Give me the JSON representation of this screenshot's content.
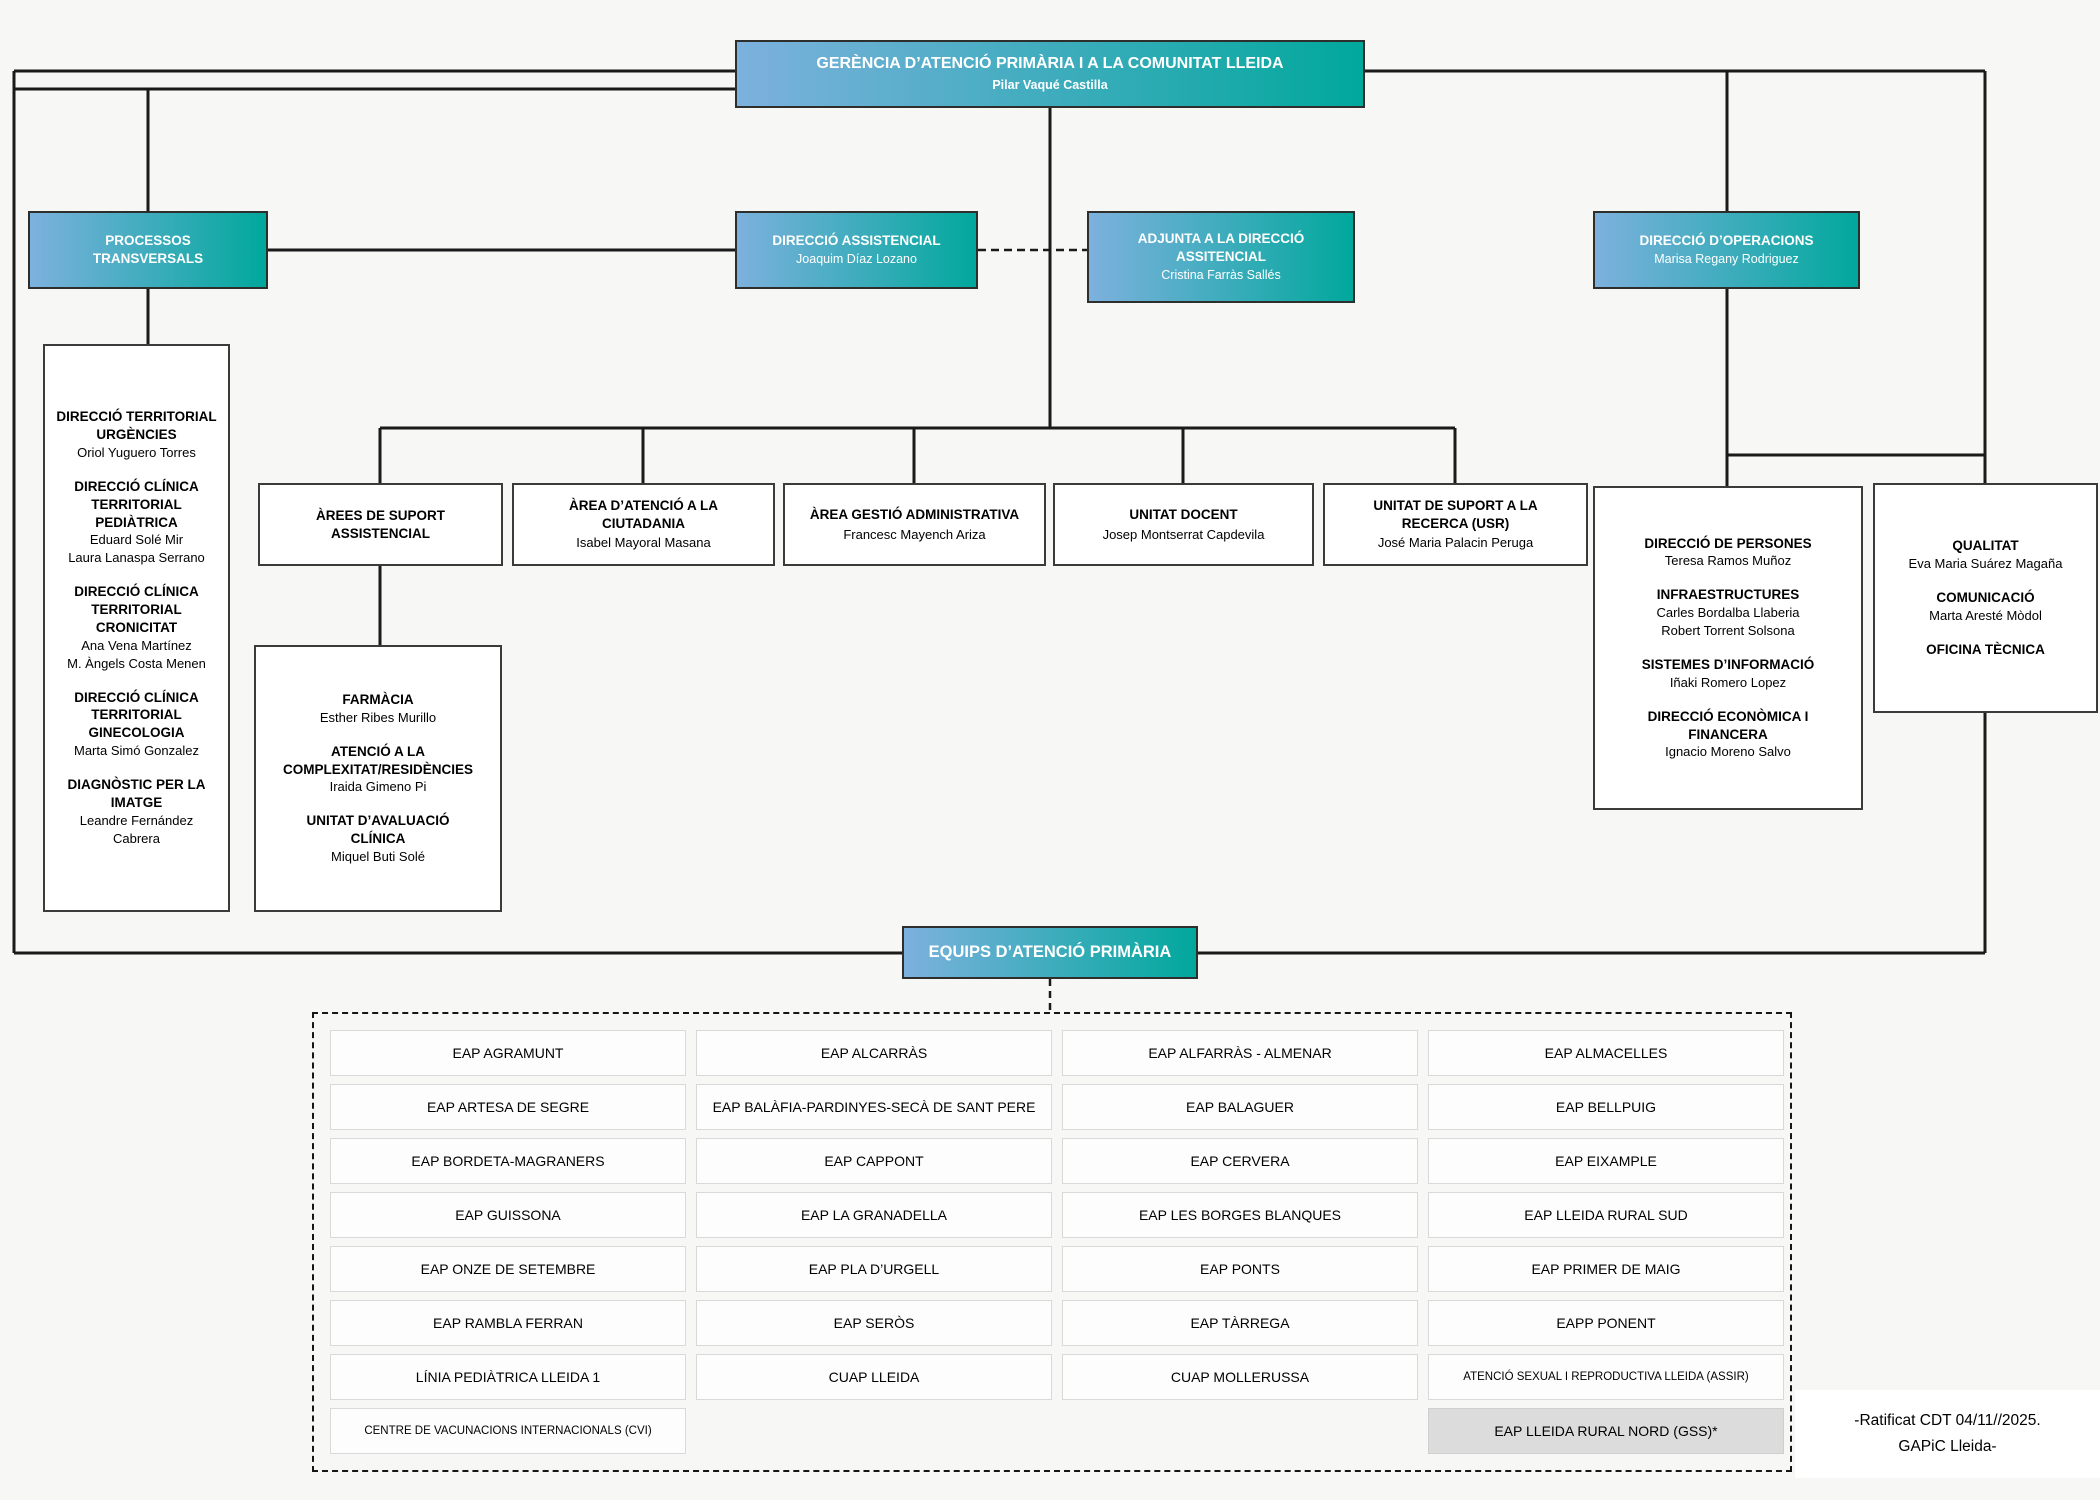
{
  "colors": {
    "background": "#f7f7f5",
    "gradient_start": "#7db1de",
    "gradient_end": "#01a89c",
    "connector": "#1a1a1a",
    "gray_cell": "#dcdcdc"
  },
  "root": {
    "title": "GERÈNCIA D’ATENCIÓ PRIMÀRIA I A LA COMUNITAT LLEIDA",
    "person": "Pilar Vaqué Castilla"
  },
  "level2": [
    {
      "title": "PROCESSOS\nTRANSVERSALS",
      "person": ""
    },
    {
      "title": "DIRECCIÓ ASSISTENCIAL",
      "person": "Joaquim Díaz Lozano"
    },
    {
      "title": "ADJUNTA A LA DIRECCIÓ\nASSITENCIAL",
      "person": "Cristina Farràs Sallés"
    },
    {
      "title": "DIRECCIÓ D’OPERACIONS",
      "person": "Marisa Regany Rodriguez"
    }
  ],
  "territorial_units": {
    "sections": [
      {
        "title": "DIRECCIÓ TERRITORIAL\nURGÈNCIES",
        "people": [
          "Oriol Yuguero Torres"
        ]
      },
      {
        "title": "DIRECCIÓ CLÍNICA\nTERRITORIAL\nPEDIÀTRICA",
        "people": [
          "Eduard Solé Mir",
          "Laura Lanaspa Serrano"
        ]
      },
      {
        "title": "DIRECCIÓ CLÍNICA\nTERRITORIAL\nCRONICITAT",
        "people": [
          "Ana Vena Martínez",
          "M. Àngels Costa Menen"
        ]
      },
      {
        "title": "DIRECCIÓ CLÍNICA\nTERRITORIAL\nGINECOLOGIA",
        "people": [
          "Marta Simó Gonzalez"
        ]
      },
      {
        "title": "DIAGNÒSTIC PER LA\nIMATGE",
        "people": [
          "Leandre Fernández\nCabrera"
        ]
      }
    ]
  },
  "middle_row": [
    {
      "title": "ÀREES DE SUPORT\nASSISTENCIAL",
      "person": ""
    },
    {
      "title": "ÀREA D’ATENCIÓ A LA\nCIUTADANIA",
      "person": "Isabel Mayoral Masana"
    },
    {
      "title": "ÀREA GESTIÓ ADMINISTRATIVA",
      "person": "Francesc Mayench Ariza"
    },
    {
      "title": "UNITAT DOCENT",
      "person": "Josep Montserrat Capdevila"
    },
    {
      "title": "UNITAT DE SUPORT A LA\nRECERCA (USR)",
      "person": "José Maria Palacin Peruga"
    }
  ],
  "support_units": {
    "sections": [
      {
        "title": "FARMÀCIA",
        "people": [
          "Esther Ribes Murillo"
        ]
      },
      {
        "title": "ATENCIÓ A LA\nCOMPLEXITAT/RESIDÈNCIES",
        "people": [
          "Iraida Gimeno Pi"
        ]
      },
      {
        "title": "UNITAT D’AVALUACIÓ\nCLÍNICA",
        "people": [
          "Miquel Buti Solé"
        ]
      }
    ]
  },
  "operations_units": {
    "sections": [
      {
        "title": "DIRECCIÓ DE PERSONES",
        "people": [
          "Teresa Ramos Muñoz"
        ]
      },
      {
        "title": "INFRAESTRUCTURES",
        "people": [
          "Carles Bordalba Llaberia",
          "Robert Torrent Solsona"
        ]
      },
      {
        "title": "SISTEMES D’INFORMACIÓ",
        "people": [
          "Iñaki Romero Lopez"
        ]
      },
      {
        "title": "DIRECCIÓ ECONÒMICA I\nFINANCERA",
        "people": [
          "Ignacio Moreno Salvo"
        ]
      }
    ]
  },
  "staff_units": {
    "sections": [
      {
        "title": "QUALITAT",
        "people": [
          "Eva Maria Suárez Magaña"
        ]
      },
      {
        "title": "COMUNICACIÓ",
        "people": [
          "Marta Aresté Mòdol"
        ]
      },
      {
        "title": "OFICINA TÈCNICA",
        "people": []
      }
    ]
  },
  "equips": {
    "title": "EQUIPS D’ATENCIÓ PRIMÀRIA"
  },
  "eap_grid": {
    "gray_label": "EAP LLEIDA RURAL NORD (GSS)*",
    "rows": [
      [
        "EAP AGRAMUNT",
        "EAP ALCARRÀS",
        "EAP ALFARRÀS - ALMENAR",
        "EAP ALMACELLES"
      ],
      [
        "EAP  ARTESA DE SEGRE",
        "EAP BALÀFIA-PARDINYES-SECÀ DE SANT PERE",
        "EAP BALAGUER",
        "EAP BELLPUIG"
      ],
      [
        "EAP BORDETA-MAGRANERS",
        "EAP CAPPONT",
        "EAP CERVERA",
        "EAP EIXAMPLE"
      ],
      [
        "EAP GUISSONA",
        "EAP LA GRANADELLA",
        "EAP LES BORGES BLANQUES",
        "EAP LLEIDA RURAL SUD"
      ],
      [
        "EAP ONZE DE SETEMBRE",
        "EAP PLA D’URGELL",
        "EAP PONTS",
        "EAP PRIMER DE MAIG"
      ],
      [
        "EAP RAMBLA FERRAN",
        "EAP SERÒS",
        "EAP TÀRREGA",
        "EAPP PONENT"
      ],
      [
        "LÍNIA PEDIÀTRICA LLEIDA 1",
        "CUAP LLEIDA",
        "CUAP MOLLERUSSA",
        "ATENCIÓ SEXUAL I REPRODUCTIVA LLEIDA (ASSIR)"
      ],
      [
        "CENTRE DE VACUNACIONS INTERNACIONALS (CVI)",
        "",
        "",
        "EAP LLEIDA RURAL NORD (GSS)*"
      ]
    ]
  },
  "note": {
    "line1": "-Ratificat CDT 04/11//2025.",
    "line2": "GAPiC Lleida-"
  }
}
